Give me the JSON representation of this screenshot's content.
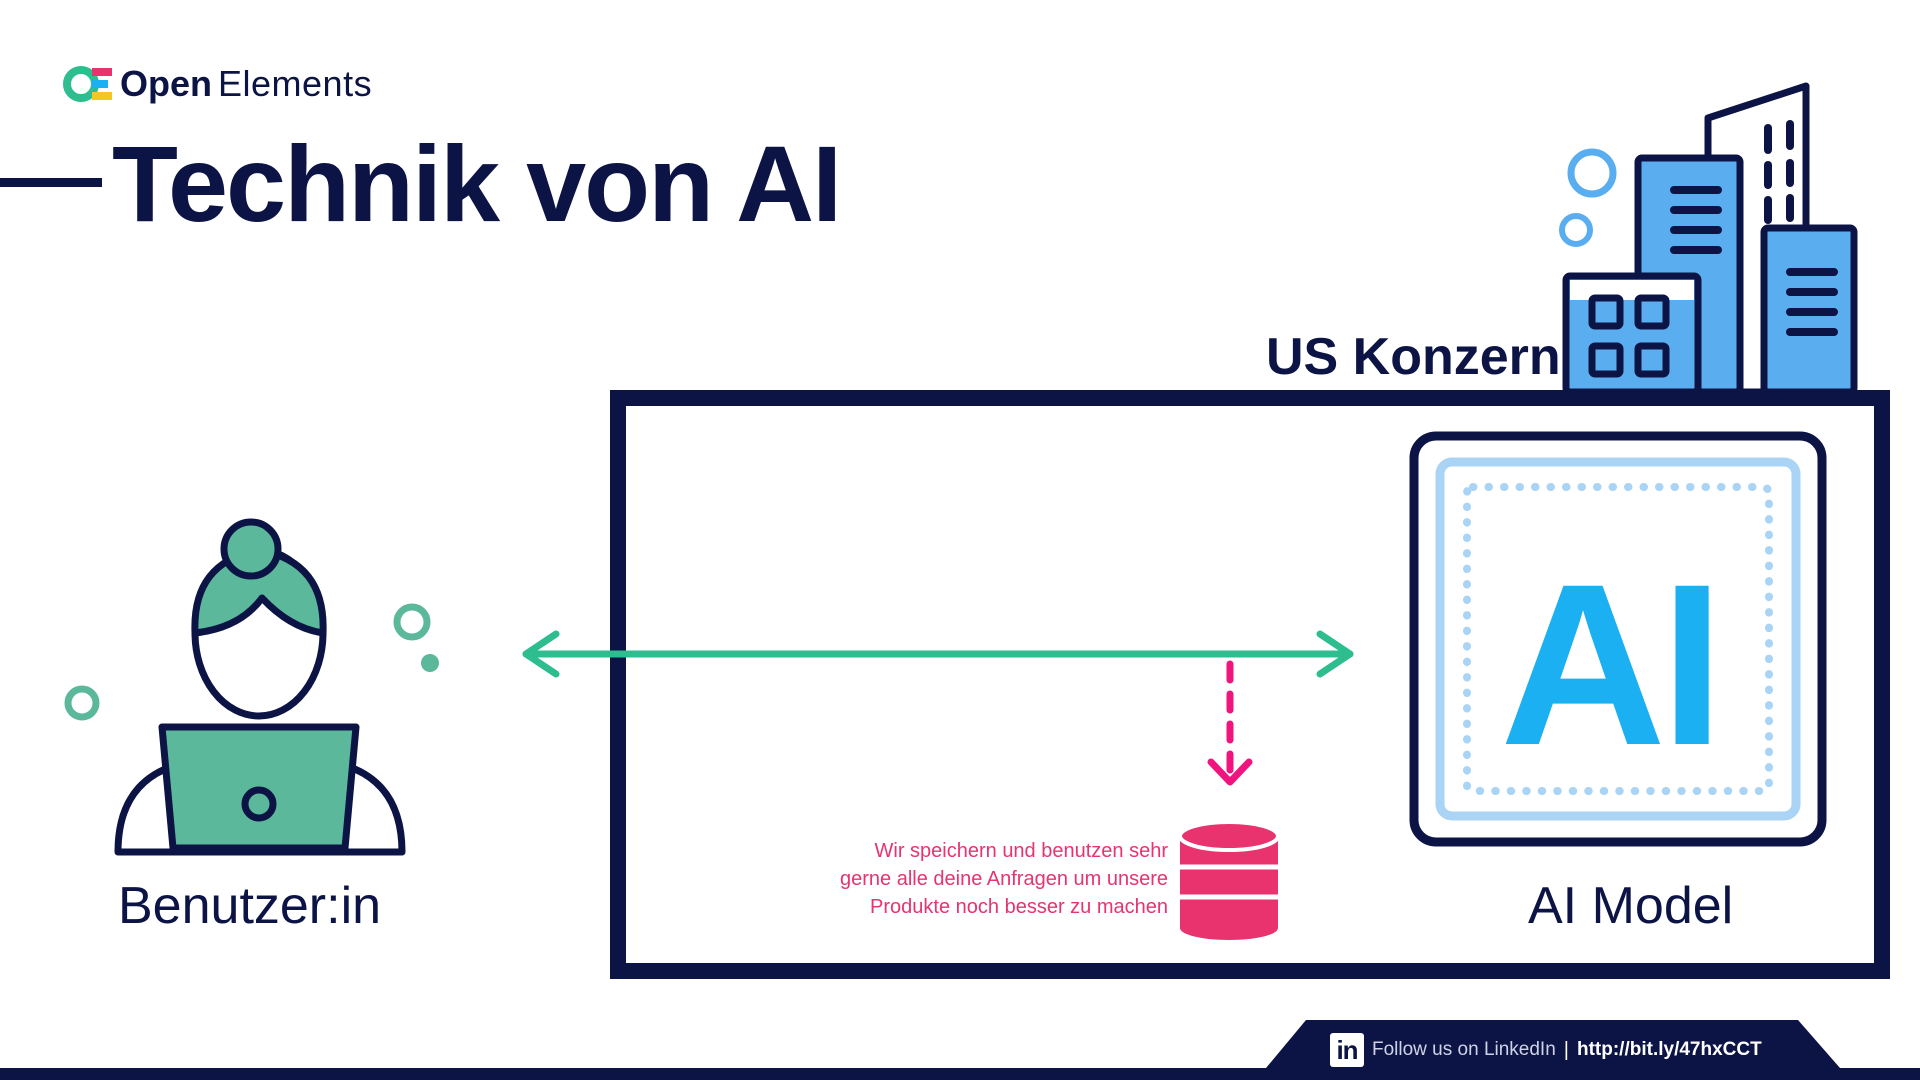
{
  "header": {
    "logo_open": "Open",
    "logo_elements": "Elements",
    "title": "Technik von AI"
  },
  "diagram": {
    "company_label": "US Konzern",
    "user_label": "Benutzer:in",
    "model_label": "AI Model",
    "ai_text": "AI",
    "storage_note": [
      "Wir speichern und benutzen sehr",
      "gerne alle deine Anfragen um unsere",
      "Produkte noch besser zu machen"
    ]
  },
  "footer": {
    "follow_text": "Follow us on LinkedIn",
    "separator": "|",
    "link": "http://bit.ly/47hxCCT",
    "linkedin_icon_text": "in"
  },
  "colors": {
    "navy": "#0c1445",
    "teal": "#2ebd8f",
    "user_green": "#5cb89b",
    "sky_blue": "#1bb0f2",
    "building_blue": "#5aaef0",
    "pale_blue": "#a9d4f5",
    "magenta": "#e8336f",
    "arrow_pink": "#f0157e"
  },
  "icons": [
    "open-elements-logo-icon",
    "buildings-icon",
    "user-laptop-icon",
    "database-icon",
    "linkedin-icon"
  ]
}
